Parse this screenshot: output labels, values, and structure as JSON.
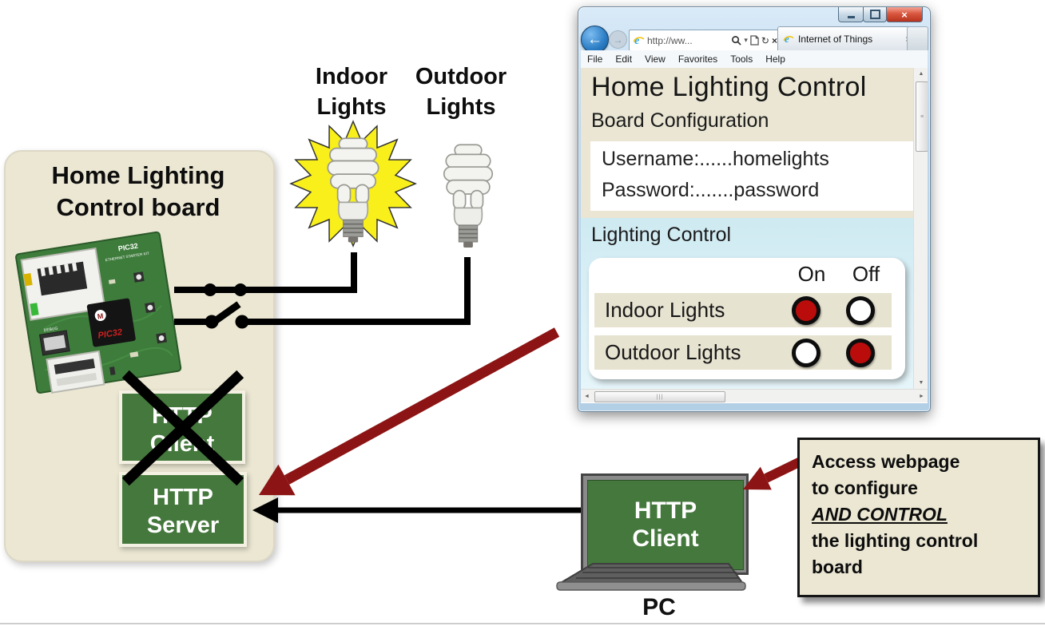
{
  "colors": {
    "panel_beige": "#ebe7d3",
    "row_beige": "#e7e3d1",
    "box_green": "#44783c",
    "arrow_red": "#8c1414",
    "radio_red": "#bb0c0c",
    "section_blue": "#cfeaf2"
  },
  "panel": {
    "title_line1": "Home Lighting",
    "title_line2": "Control board"
  },
  "board": {
    "kit_title": "PIC32",
    "kit_subtitle": "ETHERNET STARTER KIT",
    "chip_label": "PIC32",
    "debug_label": "DEBUG"
  },
  "lights": {
    "indoor_line1": "Indoor",
    "indoor_line2": "Lights",
    "outdoor_line1": "Outdoor",
    "outdoor_line2": "Lights"
  },
  "blocks": {
    "client_line1": "HTTP",
    "client_line2": "Client",
    "server_line1": "HTTP",
    "server_line2": "Server"
  },
  "pc": {
    "screen_line1": "HTTP",
    "screen_line2": "Client",
    "caption": "PC"
  },
  "note": {
    "line1": "Access webpage",
    "line2": "to configure",
    "line3": "AND CONTROL",
    "line4": "the lighting control",
    "line5": "board"
  },
  "browser": {
    "url": "http://ww...",
    "tab_title": "Internet of Things",
    "menu": [
      "File",
      "Edit",
      "View",
      "Favorites",
      "Tools",
      "Help"
    ],
    "icons": {
      "back": "←",
      "forward": "→",
      "dropdown": "▾",
      "refresh": "↻",
      "stop": "×",
      "close_window": "×",
      "tab_close": "×",
      "scroll_up": "▲",
      "scroll_down": "▼",
      "scroll_left": "◄",
      "scroll_right": "►",
      "v_grip": "≡",
      "h_grip": "|||"
    },
    "page": {
      "title": "Home Lighting Control",
      "config_heading": "Board Configuration",
      "username_line": "Username:......homelights",
      "password_line": "Password:.......password",
      "control_heading": "Lighting Control",
      "on_header": "On",
      "off_header": "Off",
      "rows": [
        {
          "label": "Indoor Lights",
          "on_selected": true,
          "off_selected": false
        },
        {
          "label": "Outdoor Lights",
          "on_selected": false,
          "off_selected": true
        }
      ]
    }
  }
}
